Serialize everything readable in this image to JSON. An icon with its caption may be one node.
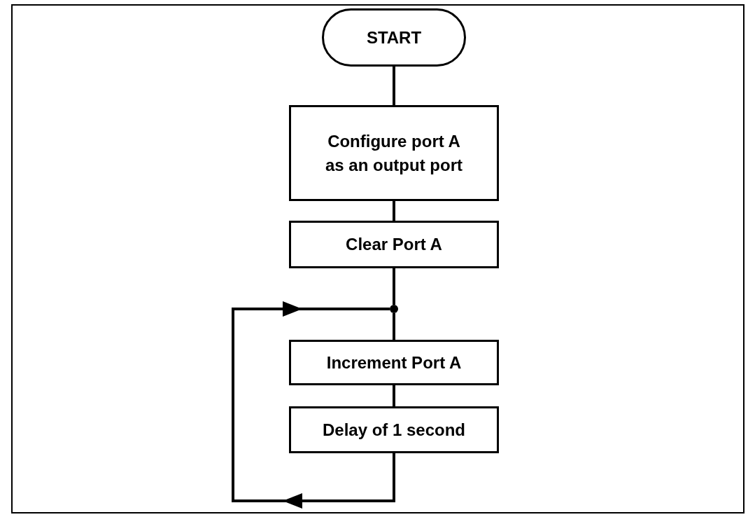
{
  "diagram": {
    "nodes": [
      {
        "text": [
          "START"
        ]
      },
      {
        "text": [
          "Configure port A as an output port"
        ]
      },
      {
        "text": [
          "Clear Port A"
        ]
      },
      {
        "text": [],
        "shape": "circle"
      },
      {
        "text": [
          "Increment Port A"
        ]
      },
      {
        "text": [
          "Delay of 1 second"
        ]
      }
    ],
    "edges": [
      {
        "from": 0,
        "to": 1,
        "arrow": "none"
      },
      {
        "from": 1,
        "to": 2,
        "arrow": "none"
      },
      {
        "from": 2,
        "to": 3,
        "arrow": "none"
      },
      {
        "from": 3,
        "to": 4,
        "arrow": "none"
      },
      {
        "from": 4,
        "to": 5,
        "arrow": "none"
      },
      {
        "from": 5,
        "to": 3,
        "arrow": "to"
      }
    ]
  }
}
